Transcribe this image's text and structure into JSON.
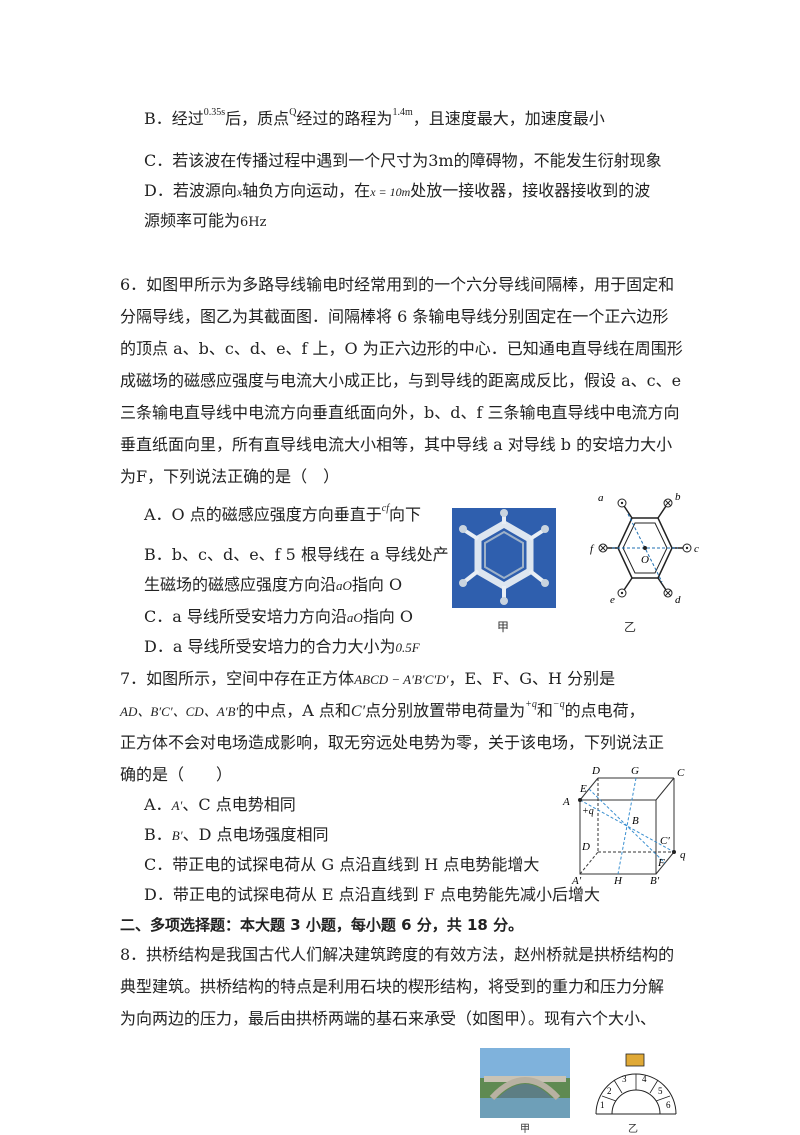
{
  "q5": {
    "B": {
      "label": "B．经过",
      "t": "0.35s",
      "mid": "后，质点",
      "point": "Q",
      "mid2": "经过的路程为",
      "dist": "1.4m",
      "end": "，且速度最大，加速度最小"
    },
    "C": "C．若该波在传播过程中遇到一个尺寸为3m的障碍物，不能发生衍射现象",
    "D1": {
      "a": "D．若波源向",
      "x": "x",
      "b": "轴负方向运动，在",
      "eq": "x = 10m",
      "c": "处放一接收器，接收器接收到的波"
    },
    "D2": {
      "a": "源频率可能为",
      "f": "6Hz"
    }
  },
  "q6": {
    "stem": [
      "6．如图甲所示为多路导线输电时经常用到的一个六分导线间隔棒，用于固定和",
      "分隔导线，图乙为其截面图．间隔棒将 6 条输电导线分别固定在一个正六边形",
      "的顶点 a、b、c、d、e、f 上，O 为正六边形的中心．已知通电直导线在周围形",
      "成磁场的磁感应强度与电流大小成正比，与到导线的距离成反比，假设 a、c、e",
      "三条输电直导线中电流方向垂直纸面向外，b、d、f 三条输电直导线中电流方向",
      "垂直纸面向里，所有直导线电流大小相等，其中导线 a 对导线 b 的安培力大小",
      "为F，下列说法正确的是（　）"
    ],
    "A": {
      "a": "A．O 点的磁感应强度方向垂直于",
      "s": "cf",
      "b": "向下"
    },
    "B1": "B．b、c、d、e、f 5 根导线在 a 导线处产",
    "B2": {
      "a": "生磁场的磁感应强度方向沿",
      "s": "aO",
      "b": "指向 O"
    },
    "C": {
      "a": "C．a 导线所受安培力方向沿",
      "s": "aO",
      "b": "指向 O"
    },
    "D": {
      "a": "D．a 导线所受安培力的合力大小为",
      "s": "0.5F"
    },
    "fig_jia": "甲",
    "fig_yi": "乙",
    "hex_labels": {
      "a": "a",
      "b": "b",
      "c": "c",
      "d": "d",
      "e": "e",
      "f": "f",
      "O": "O"
    }
  },
  "q7": {
    "l1": {
      "a": "7．如图所示，空间中存在正方体",
      "s": "ABCD − A′B′C′D′",
      "b": "，E、F、G、H 分别是"
    },
    "l2": {
      "s": "AD、B′C′、CD、A′B′",
      "a": "的中点，A 点和",
      "c": "C′",
      "b": "点分别放置带电荷量为",
      "q1": "+q",
      "and": "和",
      "q2": "−q",
      "end": "的点电荷，"
    },
    "l3": "正方体不会对电场造成影响，取无穷远处电势为零，关于该电场，下列说法正",
    "l4": "确的是（　　）",
    "A": {
      "s": "A′",
      "b": "、C 点电势相同"
    },
    "B": {
      "s": "B′",
      "b": "、D 点电场强度相同"
    },
    "C": "C．带正电的试探电荷从 G 点沿直线到 H 点电势能增大",
    "D": "D．带正电的试探电荷从 E 点沿直线到 F 点电势能先减小后增大",
    "cube_labels": {
      "D": "D",
      "G": "G",
      "C": "C",
      "E": "E",
      "A": "A",
      "q1": "+q",
      "B": "B",
      "Cp": "C′",
      "q": "q",
      "Dbot": "D",
      "F": "F",
      "Ap": "A′",
      "H": "H",
      "Bp": "B′"
    }
  },
  "section2": "二、多项选择题：本大题 3 小题，每小题 6 分，共 18 分。",
  "q8": [
    "8．拱桥结构是我国古代人们解决建筑跨度的有效方法，赵州桥就是拱桥结构的",
    "典型建筑。拱桥结构的特点是利用石块的楔形结构，将受到的重力和压力分解",
    "为向两边的压力，最后由拱桥两端的基石来承受（如图甲）。现有六个大小、"
  ],
  "q8_fig": {
    "jia": "甲",
    "yi": "乙",
    "stones": [
      "1",
      "2",
      "3",
      "4",
      "5",
      "6"
    ]
  }
}
